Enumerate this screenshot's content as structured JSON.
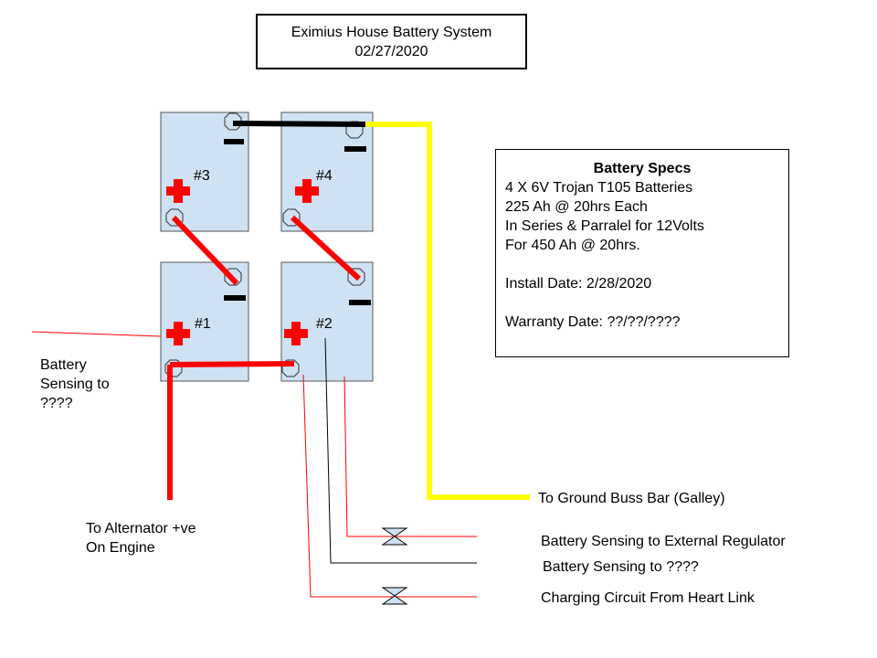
{
  "title": {
    "line1": "Eximius House Battery System",
    "line2": "02/27/2020"
  },
  "batteries": [
    {
      "id": "battery-3",
      "label": "#3"
    },
    {
      "id": "battery-4",
      "label": "#4"
    },
    {
      "id": "battery-1",
      "label": "#1"
    },
    {
      "id": "battery-2",
      "label": "#2"
    }
  ],
  "specs": {
    "heading": "Battery Specs",
    "lines": [
      "4 X 6V Trojan T105 Batteries",
      "225 Ah @ 20hrs Each",
      "In Series & Parralel for 12Volts",
      "For 450 Ah @ 20hrs."
    ],
    "install": "Install Date: 2/28/2020",
    "warranty": "Warranty Date: ??/??/????"
  },
  "labels": {
    "battery_sensing_left": [
      "Battery",
      "Sensing to",
      "????"
    ],
    "alternator": [
      "To Alternator +ve",
      "On Engine"
    ],
    "ground_buss": "To Ground Buss Bar (Galley)",
    "sensing_external": "Battery Sensing to External Regulator",
    "sensing_unknown": "Battery Sensing to ????",
    "charging_circuit": "Charging Circuit From Heart Link"
  },
  "colors": {
    "battery_fill": "#cfe2f3",
    "positive_cable": "#ff0000",
    "negative_cable": "#000000",
    "ground_cable": "#ffff00",
    "sense_wire": "#ff0000"
  }
}
